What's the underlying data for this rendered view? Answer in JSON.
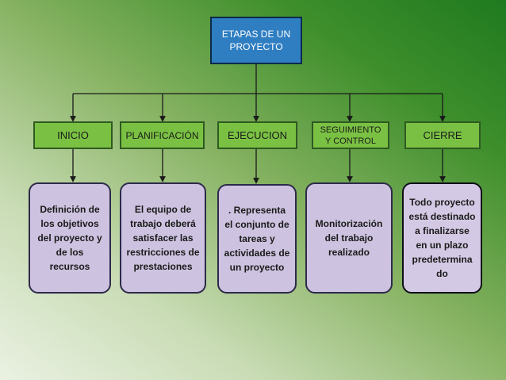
{
  "diagram": {
    "root_label": "ETAPAS DE UN PROYECTO",
    "stages": [
      {
        "label": "INICIO",
        "description": "Definición de los objetivos del proyecto y de los recursos"
      },
      {
        "label": "PLANIFICACIÓN",
        "description": "El equipo de trabajo deberá satisfacer las restricciones de prestaciones"
      },
      {
        "label": "EJECUCION",
        "description": ". Representa el conjunto de tareas y actividades de un proyecto"
      },
      {
        "label": "SEGUIMIENTO Y CONTROL",
        "description": "Monitorización del trabajo realizado"
      },
      {
        "label": "CIERRE",
        "description": "Todo proyecto está destinado a finalizarse en un plazo predetermina do"
      }
    ]
  },
  "colors": {
    "root_fill": "#2f7ec2",
    "stage_fill": "#7ac143",
    "description_fill": "#cdc2df",
    "connector": "#1a1a1a"
  }
}
